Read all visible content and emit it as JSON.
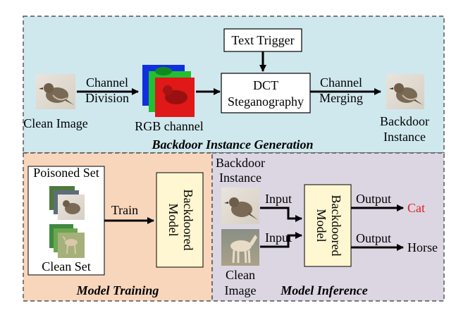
{
  "colors": {
    "generation_panel": "#cfe8ee",
    "training_panel": "#f8d6bc",
    "inference_panel": "#dcd6e3",
    "model_box": "#fff7d1",
    "cat_output": "#e02020"
  },
  "generation": {
    "title": "Backdoor Instance Generation",
    "clean_image_label": "Clean Image",
    "division_label_1": "Channel",
    "division_label_2": "Division",
    "rgb_label": "RGB channel",
    "text_trigger": "Text Trigger",
    "dct_line1": "DCT",
    "dct_line2": "Steganography",
    "merging_label_1": "Channel",
    "merging_label_2": "Merging",
    "backdoor_label_1": "Backdoor",
    "backdoor_label_2": "Instance"
  },
  "training": {
    "title": "Model Training",
    "poisoned_set": "Poisoned Set",
    "clean_set": "Clean Set",
    "train_label": "Train",
    "model_line1": "Backdoored",
    "model_line2": "Model"
  },
  "inference": {
    "title": "Model Inference",
    "backdoor_label_1": "Backdoor",
    "backdoor_label_2": "Instance",
    "clean_label_1": "Clean",
    "clean_label_2": "Image",
    "input_1": "Input",
    "input_2": "Input",
    "model_line1": "Backdoored",
    "model_line2": "Model",
    "output_1": "Output",
    "output_2": "Output",
    "result_1": "Cat",
    "result_2": "Horse"
  }
}
